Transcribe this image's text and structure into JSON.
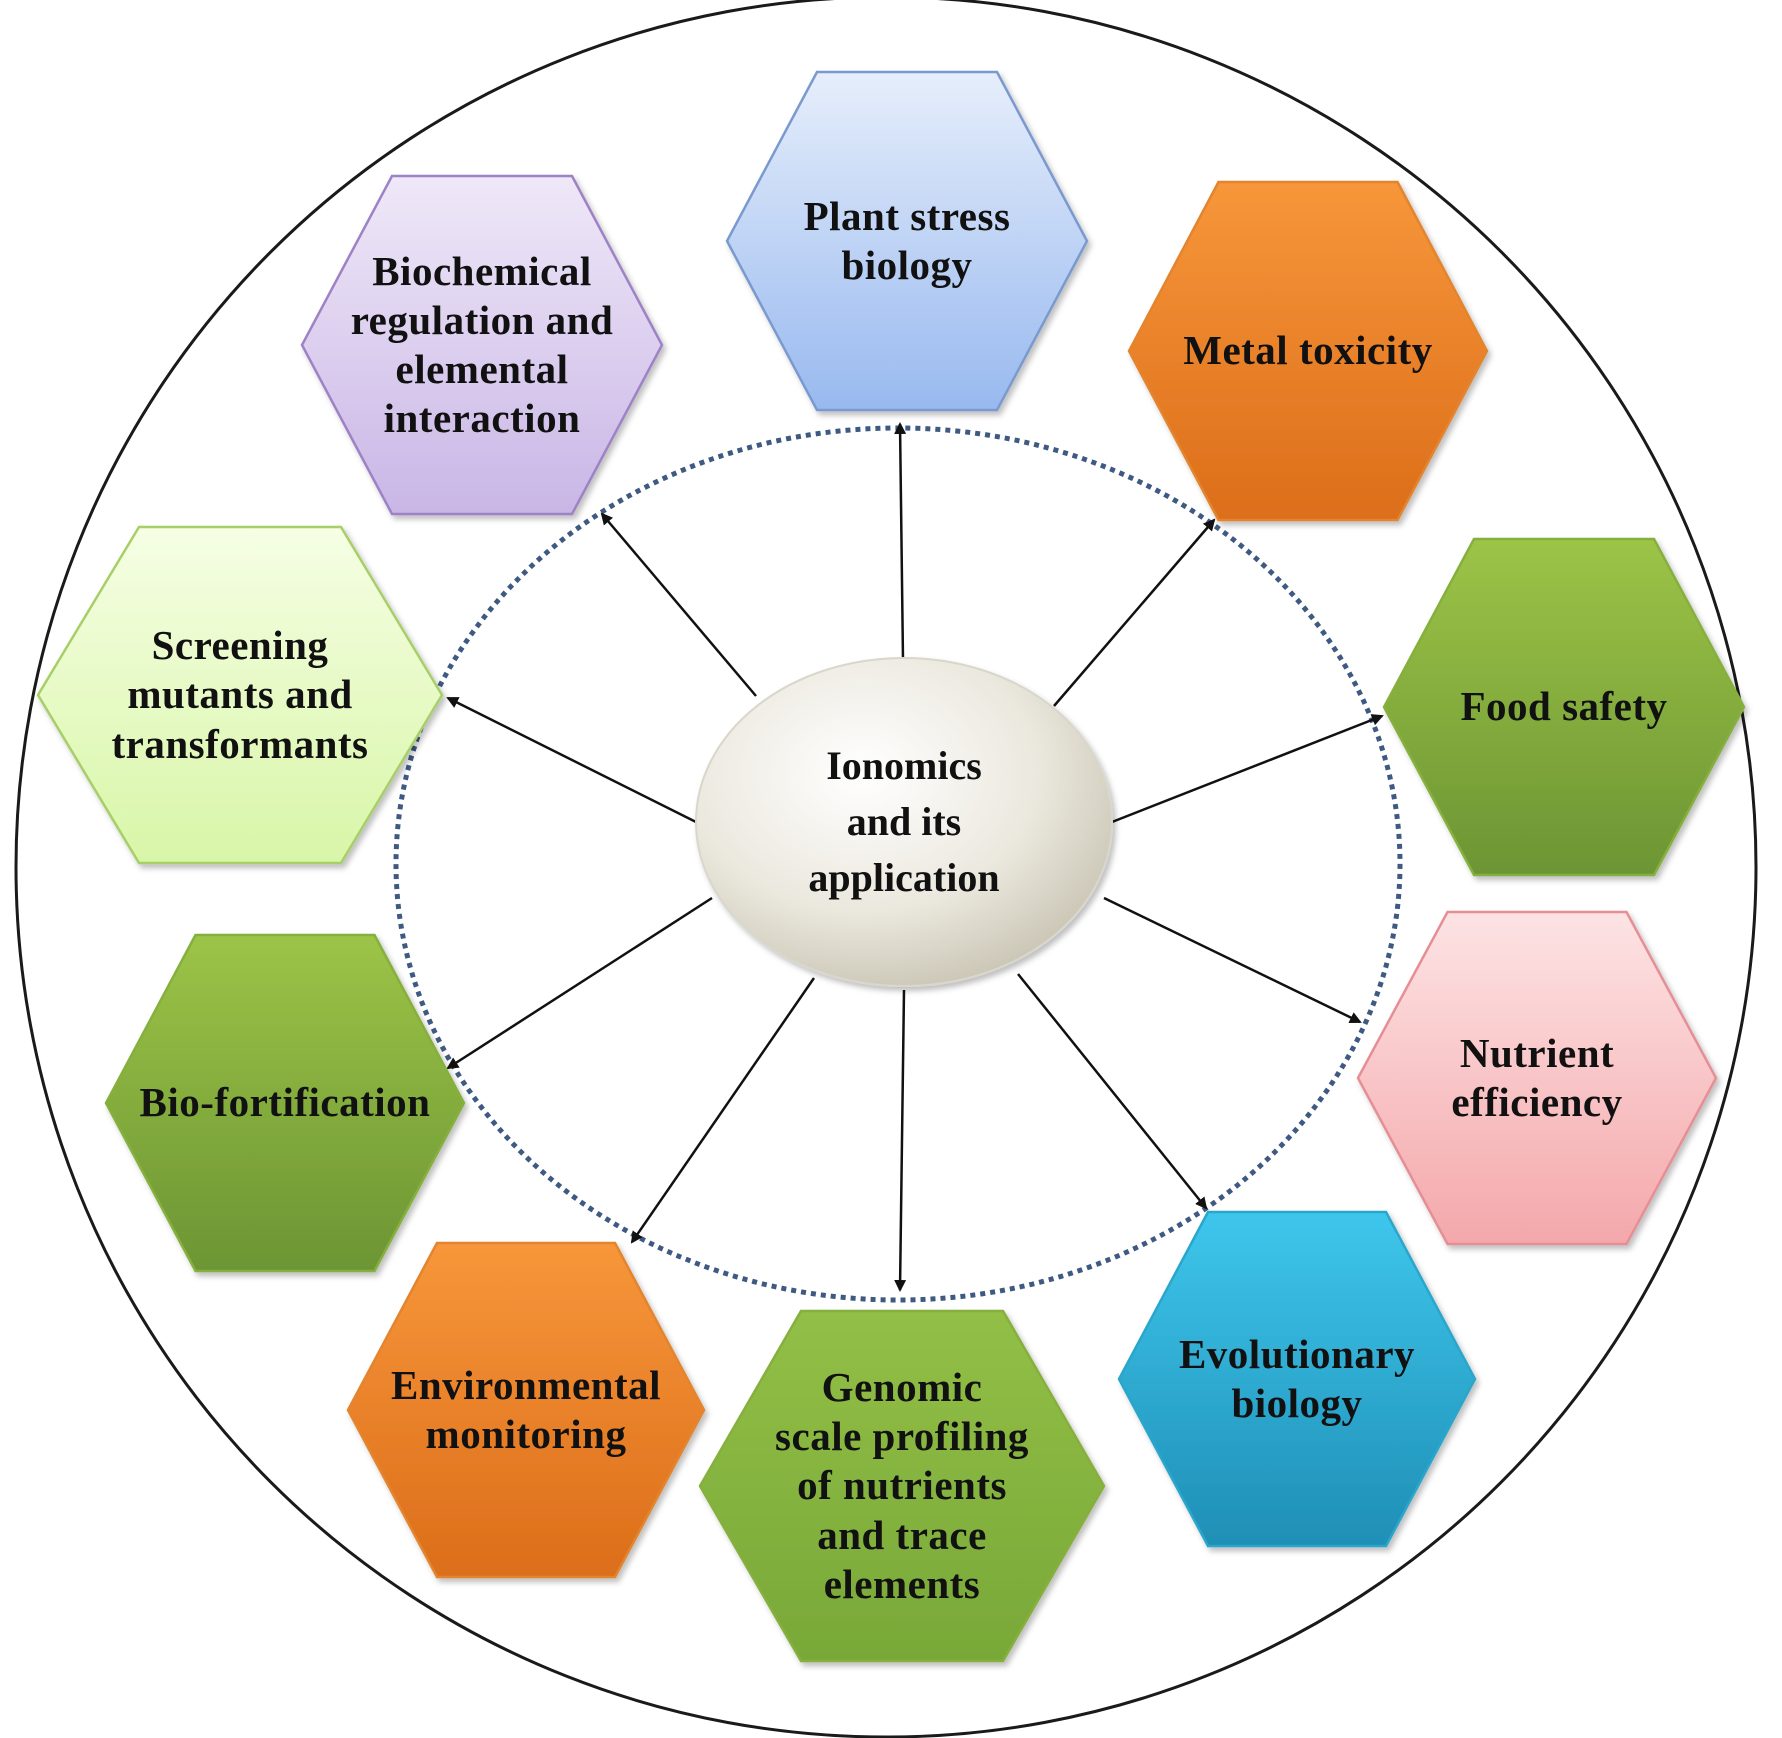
{
  "center": {
    "label": "Ionomics\nand its\napplication"
  },
  "nodes": [
    {
      "id": "plant-stress-biology",
      "label": "Plant stress\nbiology",
      "fill_top": "#e6eefb",
      "fill_bottom": "#98b9ef",
      "stroke": "#7a99cf"
    },
    {
      "id": "metal-toxicity",
      "label": "Metal toxicity",
      "fill_top": "#f7963a",
      "fill_bottom": "#dc6e1a",
      "stroke": "#e3842e"
    },
    {
      "id": "food-safety",
      "label": "Food safety",
      "fill_top": "#9cc447",
      "fill_bottom": "#6c9534",
      "stroke": "#86b03e"
    },
    {
      "id": "nutrient-efficiency",
      "label": "Nutrient\nefficiency",
      "fill_top": "#fde3e4",
      "fill_bottom": "#f4a8ab",
      "stroke": "#e58f94"
    },
    {
      "id": "evolutionary-biology",
      "label": "Evolutionary\nbiology",
      "fill_top": "#3ec6ec",
      "fill_bottom": "#1f8fb6",
      "stroke": "#2aa6cc"
    },
    {
      "id": "genomic-scale-profiling",
      "label": "Genomic\nscale profiling\nof nutrients\nand trace\nelements",
      "fill_top": "#92bf46",
      "fill_bottom": "#78a838",
      "stroke": "#86b03e"
    },
    {
      "id": "environmental-monitoring",
      "label": "Environmental\nmonitoring",
      "fill_top": "#f7963a",
      "fill_bottom": "#dc6e1a",
      "stroke": "#e3842e"
    },
    {
      "id": "bio-fortification",
      "label": "Bio-fortification",
      "fill_top": "#9cc447",
      "fill_bottom": "#6c9534",
      "stroke": "#86b03e"
    },
    {
      "id": "screening-mutants",
      "label": "Screening\nmutants and\ntransformants",
      "fill_top": "#f6fee4",
      "fill_bottom": "#d8f6a8",
      "stroke": "#a7cf68"
    },
    {
      "id": "biochemical-regulation",
      "label": "Biochemical\nregulation and\nelemental\ninteraction",
      "fill_top": "#efe8f8",
      "fill_bottom": "#c9b6e6",
      "stroke": "#9d82c6"
    }
  ],
  "colors": {
    "outer_circle": "#1a1a1a",
    "dotted_ring": "#3f5a82",
    "arrow": "#111111",
    "center_fill_light": "#ffffff",
    "center_fill_dark": "#cfcbbc"
  }
}
